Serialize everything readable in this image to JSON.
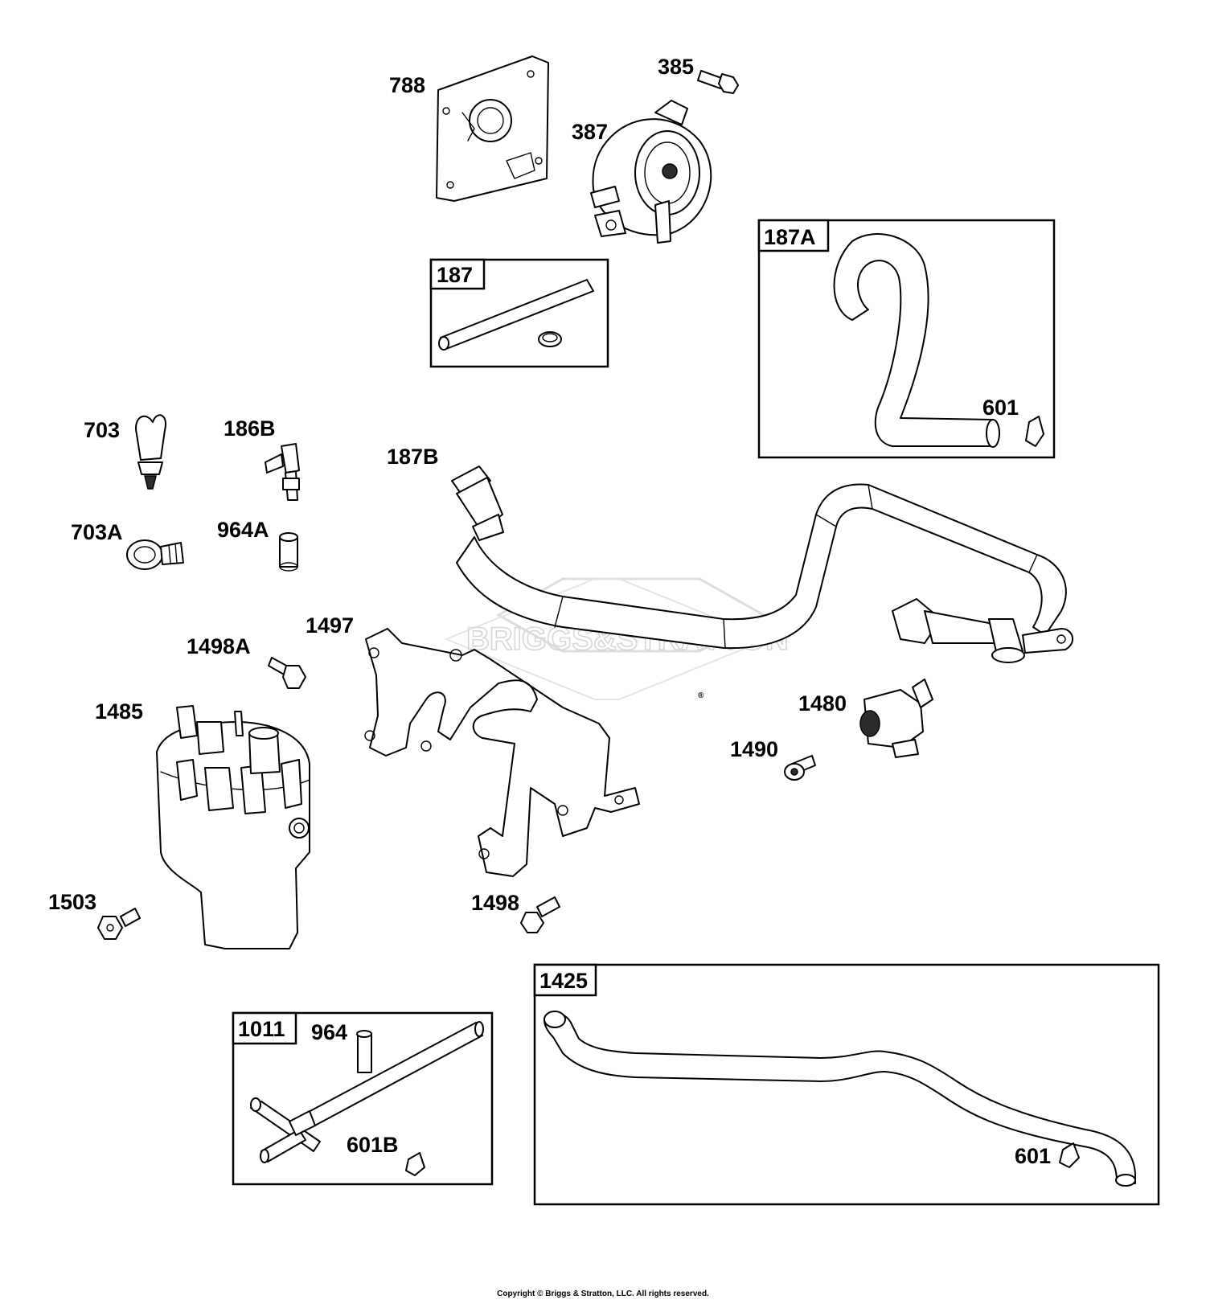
{
  "labels": {
    "p788": "788",
    "p385": "385",
    "p387": "387",
    "p187A": "187A",
    "p187": "187",
    "p601_hose": "601",
    "p703": "703",
    "p186B": "186B",
    "p187B": "187B",
    "p703A": "703A",
    "p964A": "964A",
    "p1497": "1497",
    "p1498A": "1498A",
    "p1485": "1485",
    "p1480": "1480",
    "p1490": "1490",
    "p1503": "1503",
    "p1498": "1498",
    "p1425": "1425",
    "p1011": "1011",
    "p964": "964",
    "p601B": "601B",
    "p601_line": "601"
  },
  "watermark": "BRIGGS&STRATTON",
  "watermark_reg": "®",
  "copyright": "Copyright © Briggs & Stratton, LLC. All rights reserved.",
  "colors": {
    "line": "#000000",
    "background": "#ffffff",
    "watermark": "#d6d6d6"
  }
}
